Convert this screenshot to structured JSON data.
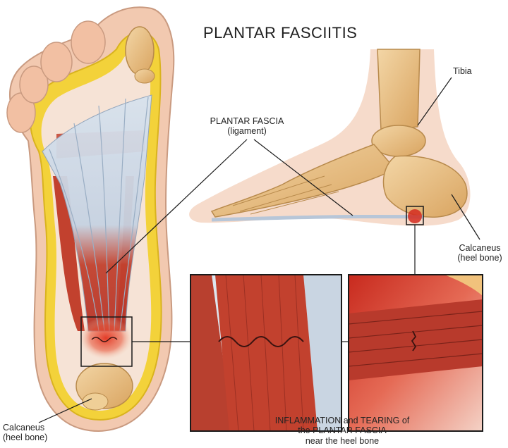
{
  "title": "PLANTAR FASCIITIS",
  "labels": {
    "tibia": "Tibia",
    "plantar_fascia": "PLANTAR FASCIA",
    "plantar_fascia_sub": "(ligament)",
    "calcaneus_right": "Calcaneus",
    "calcaneus_right_sub": "(heel bone)",
    "calcaneus_left": "Calcaneus",
    "calcaneus_left_sub": "(heel bone)",
    "caption_line1": "INFLAMMATION and TEARING of",
    "caption_line2": "the PLANTAR FASCIA",
    "caption_line3": "near the heel bone"
  },
  "colors": {
    "skin": "#f2c9b0",
    "yellow_fat": "#f3d23a",
    "fascia": "#c9d6e4",
    "muscle": "#c2412e",
    "bone": "#e9bd7c",
    "inflamed": "#d42a1e",
    "line": "#1a1a1a"
  }
}
